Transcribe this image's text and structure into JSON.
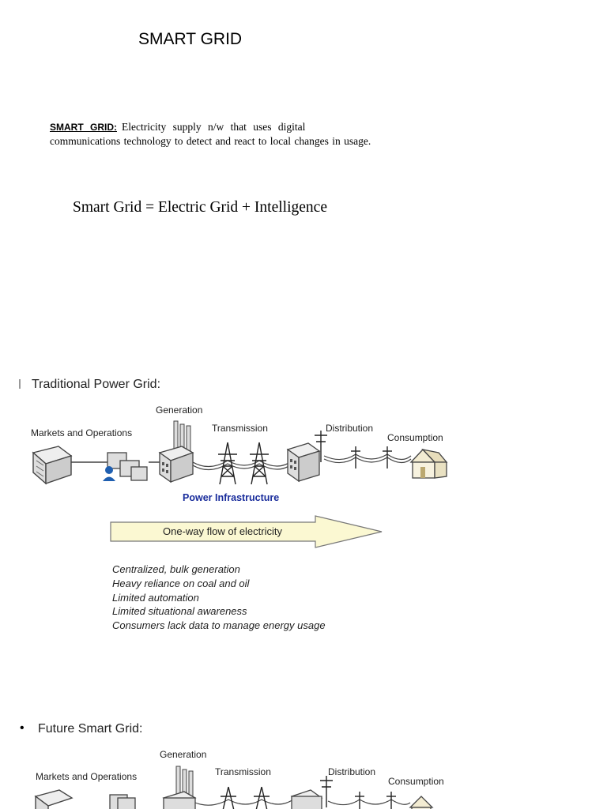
{
  "title": "SMART GRID",
  "definition": {
    "term": "SMART GRID:",
    "line1": "Electricity supply n/w that uses digital",
    "line2": "communications technology to detect and react to local changes in usage."
  },
  "equation": "Smart Grid = Electric Grid + Intelligence",
  "traditional": {
    "heading": "Traditional Power Grid:",
    "labels": {
      "markets": "Markets and Operations",
      "generation": "Generation",
      "transmission": "Transmission",
      "distribution": "Distribution",
      "consumption": "Consumption"
    },
    "infrastructure": "Power Infrastructure",
    "flow": "One-way flow of electricity",
    "notes": [
      "Centralized, bulk generation",
      "Heavy reliance on coal and oil",
      "Limited automation",
      "Limited situational awareness",
      "Consumers lack data to manage energy usage"
    ]
  },
  "future": {
    "bullet": "•",
    "heading": "Future Smart Grid:",
    "labels": {
      "markets": "Markets and Operations",
      "generation": "Generation",
      "transmission": "Transmission",
      "distribution": "Distribution",
      "consumption": "Consumption"
    }
  }
}
